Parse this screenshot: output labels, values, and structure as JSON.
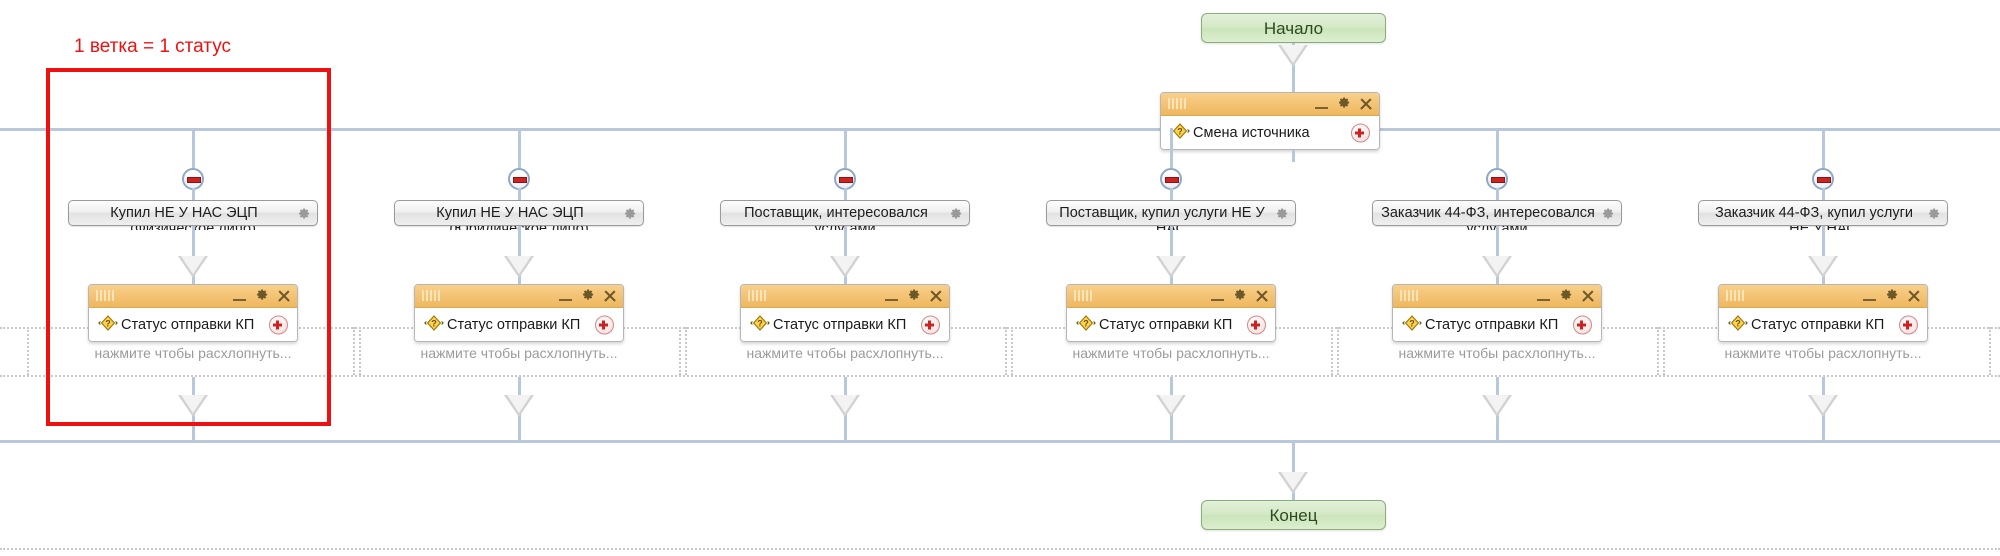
{
  "annotation": {
    "label": "1 ветка = 1 статус",
    "color": "#ee1111"
  },
  "flow": {
    "start": {
      "label": "Начало",
      "name": "start-terminator"
    },
    "end": {
      "label": "Конец",
      "name": "end-terminator"
    },
    "source_card": {
      "title": "Смена источника",
      "icon": "diamond-question-icon",
      "header_buttons": [
        "minimize-icon",
        "gear-icon",
        "close-icon"
      ],
      "add_button": "plus-icon"
    }
  },
  "branches": [
    {
      "id": "branch-1",
      "label": "Купил НЕ У НАС ЭЦП",
      "label_line2": "(Физическое лицо)",
      "collapse": "collapse-minus-icon",
      "gear": "gear-icon",
      "card": {
        "title": "Статус отправки КП",
        "icon": "diamond-question-icon",
        "header_buttons": [
          "minimize-icon",
          "gear-icon",
          "close-icon"
        ],
        "add_button": "plus-icon"
      },
      "hint": "нажмите чтобы расхлопнуть..."
    },
    {
      "id": "branch-2",
      "label": "Купил НЕ У НАС ЭЦП",
      "label_line2": "(Юридическое лицо)",
      "collapse": "collapse-minus-icon",
      "gear": "gear-icon",
      "card": {
        "title": "Статус отправки КП",
        "icon": "diamond-question-icon",
        "header_buttons": [
          "minimize-icon",
          "gear-icon",
          "close-icon"
        ],
        "add_button": "plus-icon"
      },
      "hint": "нажмите чтобы расхлопнуть..."
    },
    {
      "id": "branch-3",
      "label": "Поставщик, интересовался",
      "label_line2": "услугами",
      "collapse": "collapse-minus-icon",
      "gear": "gear-icon",
      "card": {
        "title": "Статус отправки КП",
        "icon": "diamond-question-icon",
        "header_buttons": [
          "minimize-icon",
          "gear-icon",
          "close-icon"
        ],
        "add_button": "plus-icon"
      },
      "hint": "нажмите чтобы расхлопнуть..."
    },
    {
      "id": "branch-4",
      "label": "Поставщик, купил услуги НЕ У",
      "label_line2": "НАС",
      "collapse": "collapse-minus-icon",
      "gear": "gear-icon",
      "card": {
        "title": "Статус отправки КП",
        "icon": "diamond-question-icon",
        "header_buttons": [
          "minimize-icon",
          "gear-icon",
          "close-icon"
        ],
        "add_button": "plus-icon"
      },
      "hint": "нажмите чтобы расхлопнуть..."
    },
    {
      "id": "branch-5",
      "label": "Заказчик 44-ФЗ, интересовался",
      "label_line2": "услугами",
      "collapse": "collapse-minus-icon",
      "gear": "gear-icon",
      "card": {
        "title": "Статус отправки КП",
        "icon": "diamond-question-icon",
        "header_buttons": [
          "minimize-icon",
          "gear-icon",
          "close-icon"
        ],
        "add_button": "plus-icon"
      },
      "hint": "нажмите чтобы расхлопнуть..."
    },
    {
      "id": "branch-6",
      "label": "Заказчик 44-ФЗ, купил услуги",
      "label_line2": "НЕ У НАС",
      "collapse": "collapse-minus-icon",
      "gear": "gear-icon",
      "card": {
        "title": "Статус отправки КП",
        "icon": "diamond-question-icon",
        "header_buttons": [
          "minimize-icon",
          "gear-icon",
          "close-icon"
        ],
        "add_button": "plus-icon"
      },
      "hint": "нажмите чтобы расхлопнуть..."
    }
  ],
  "colors": {
    "rail": "#b7c7dc",
    "card_header": "#f3c273",
    "terminator": "#d4e9c6",
    "annotation": "#ee1111"
  }
}
